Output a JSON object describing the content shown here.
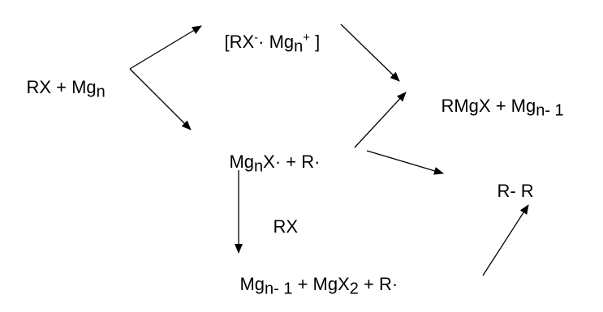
{
  "formulas": {
    "reactant": {
      "a": "RX + Mg",
      "sub": "n"
    },
    "complex": {
      "a": "[RX",
      "sup1": "-",
      "b": "· Mg",
      "sub": "n",
      "sup2": "+",
      "c": " ]"
    },
    "product": {
      "a": "RMgX + Mg",
      "sub": "n- 1"
    },
    "intermediate": {
      "a": "Mg",
      "sub": "n",
      "b": "X· + R·"
    },
    "coupling": {
      "text": "R- R"
    },
    "arrow_reagent": {
      "text": "RX"
    },
    "byproducts": {
      "a": "Mg",
      "sub1": "n- 1",
      "b": " + MgX",
      "sub2": "2",
      "c": " + R·"
    }
  }
}
